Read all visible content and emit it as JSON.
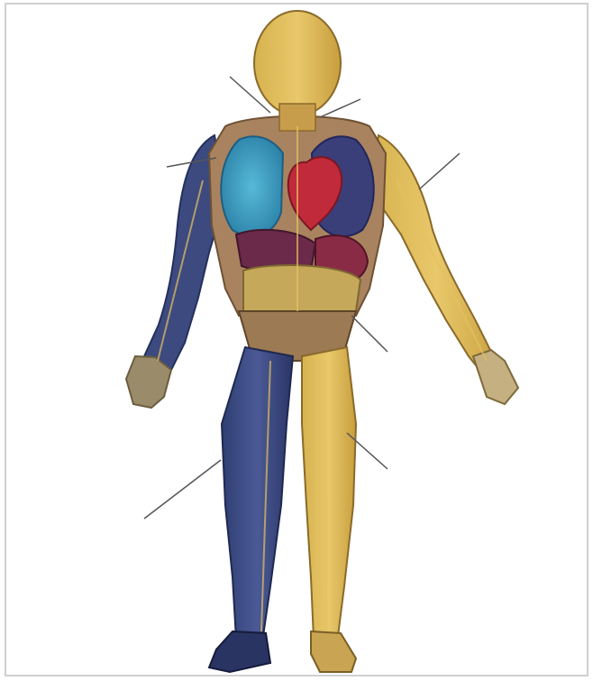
{
  "diagram": {
    "callouts": [
      {
        "name": "callout-head-zone"
      },
      {
        "name": "callout-neck-zone"
      },
      {
        "name": "callout-shoulder-arm-zone"
      },
      {
        "name": "callout-chest-zone"
      },
      {
        "name": "callout-abdomen-zone"
      },
      {
        "name": "callout-right-leg-zone"
      },
      {
        "name": "callout-left-leg-zone"
      }
    ]
  }
}
